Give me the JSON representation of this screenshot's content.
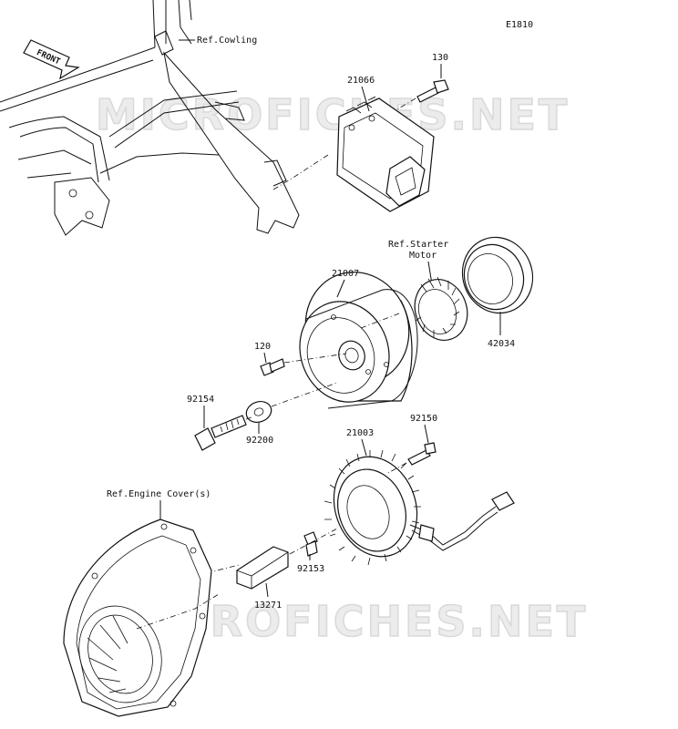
{
  "diagram_code": "E1810",
  "watermark": "MICROFICHES.NET",
  "front_arrow_label": "FRONT",
  "refs": {
    "cowling": "Ref.Cowling",
    "starter_line1": "Ref.Starter",
    "starter_line2": "Motor",
    "engine_cover": "Ref.Engine Cover(s)"
  },
  "parts": {
    "p21066": "21066",
    "p130": "130",
    "p21007": "21007",
    "p42034": "42034",
    "p120": "120",
    "p92154": "92154",
    "p92200": "92200",
    "p21003": "21003",
    "p92150": "92150",
    "p92153": "92153",
    "p13271": "13271"
  }
}
